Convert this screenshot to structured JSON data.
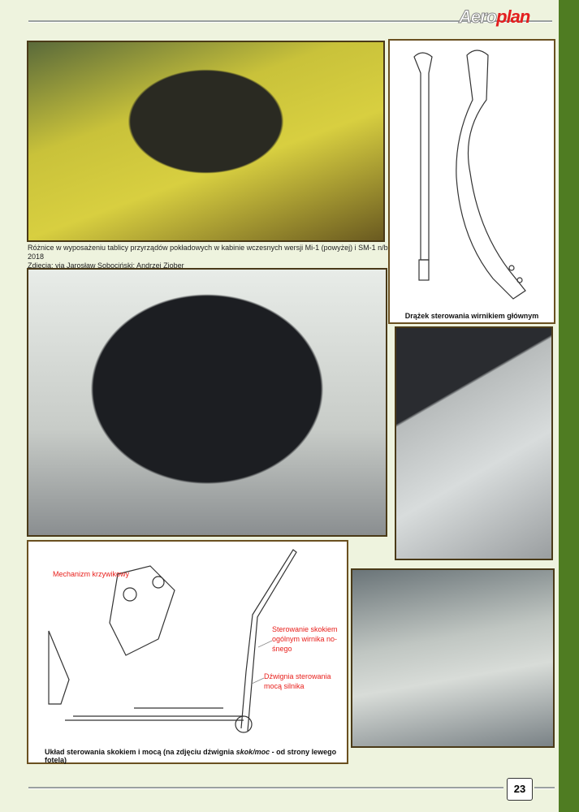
{
  "header": {
    "logo_part1": "Aero",
    "logo_part2": "plan"
  },
  "captions": {
    "top_photo": "Różnice w wyposażeniu tablicy przyrządów pokładowych w kabinie wczesnych wersji Mi-1 (powyżej) i SM-1 n/b 2018",
    "top_photo_credit": "Zdjęcia: via Jarosław Sobociński; Andrzej Ziober",
    "stick_drawing": "Drążek sterowania wirnikiem głównym",
    "system_drawing_pre": "Układ sterowania skokiem i mocą (na zdjęciu dźwignia ",
    "system_drawing_italic": "skok/moc",
    "system_drawing_post": " - od strony lewego fotela)"
  },
  "labels": {
    "crank": "Mechanizm krzywikowy",
    "collective_1": "Sterowanie skokiem",
    "collective_2": "ogólnym wirnika no-",
    "collective_3": "śnego",
    "throttle_1": "Dźwignia sterowania",
    "throttle_2": "mocą silnika"
  },
  "footer": {
    "page_number": "23"
  }
}
